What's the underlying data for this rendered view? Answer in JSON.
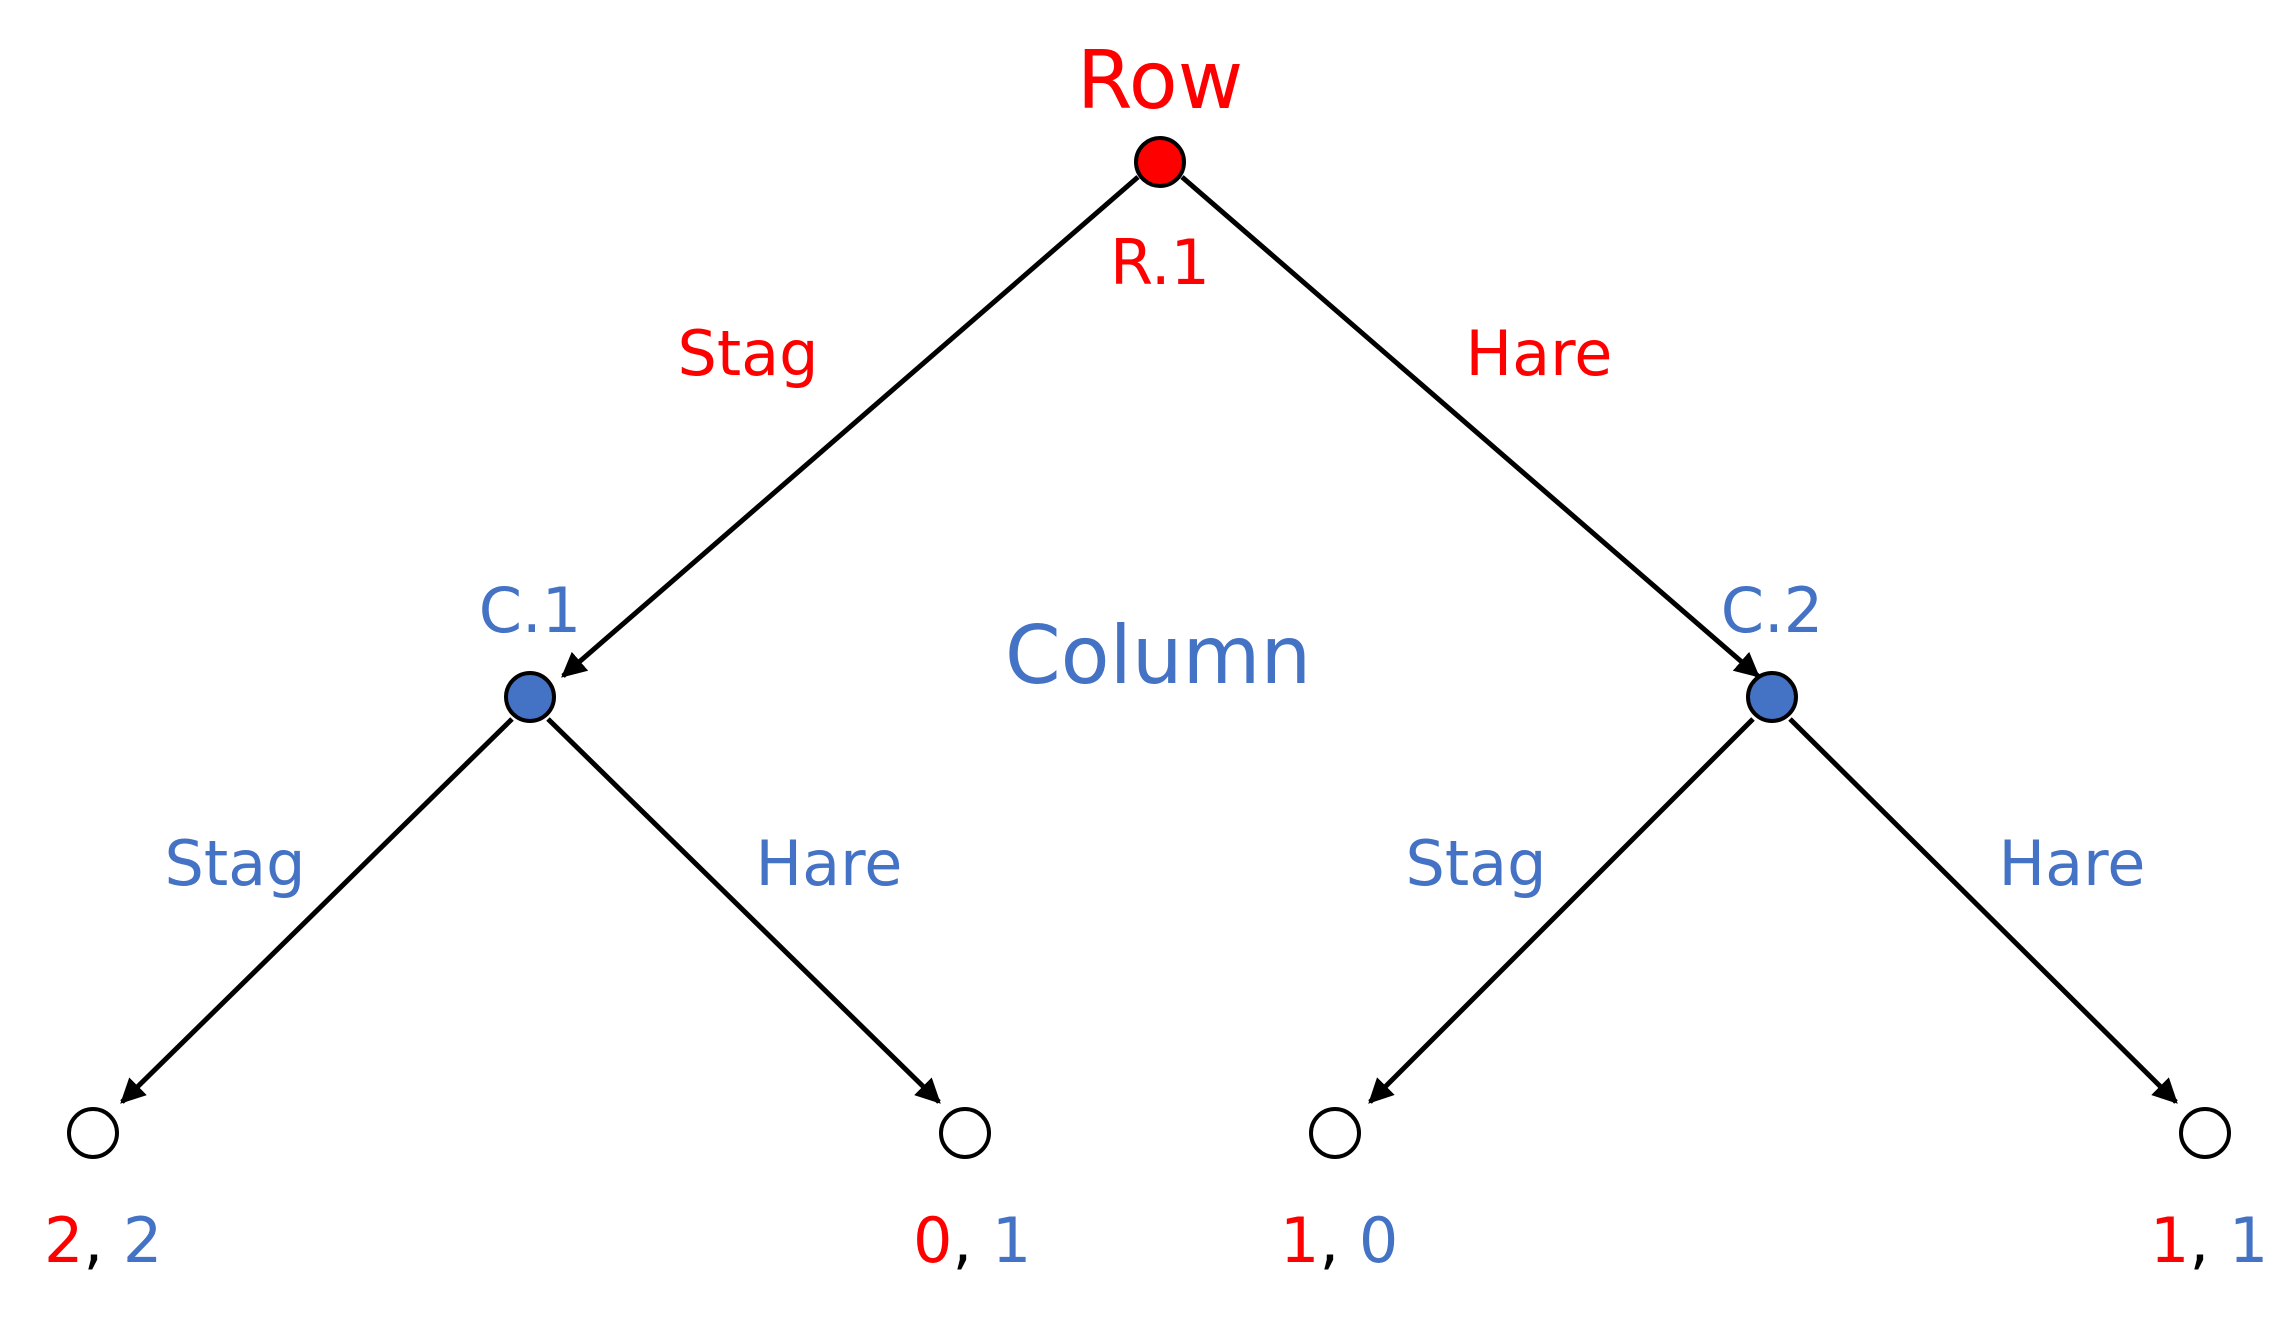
{
  "colors": {
    "row": "#ff0000",
    "column": "#4472c4",
    "edge": "#000000",
    "terminal_fill": "#ffffff"
  },
  "players": {
    "row": "Row",
    "column": "Column"
  },
  "nodes": {
    "root": {
      "label": "R.1",
      "player": "row"
    },
    "c1": {
      "label": "C.1",
      "player": "column"
    },
    "c2": {
      "label": "C.2",
      "player": "column"
    }
  },
  "edges": {
    "root_left": "Stag",
    "root_right": "Hare",
    "c1_left": "Stag",
    "c1_right": "Hare",
    "c2_left": "Stag",
    "c2_right": "Hare"
  },
  "payoffs": [
    {
      "row": "2",
      "sep": ", ",
      "column": "2"
    },
    {
      "row": "0",
      "sep": ", ",
      "column": "1"
    },
    {
      "row": "1",
      "sep": ", ",
      "column": "0"
    },
    {
      "row": "1",
      "sep": ", ",
      "column": "1"
    }
  ]
}
